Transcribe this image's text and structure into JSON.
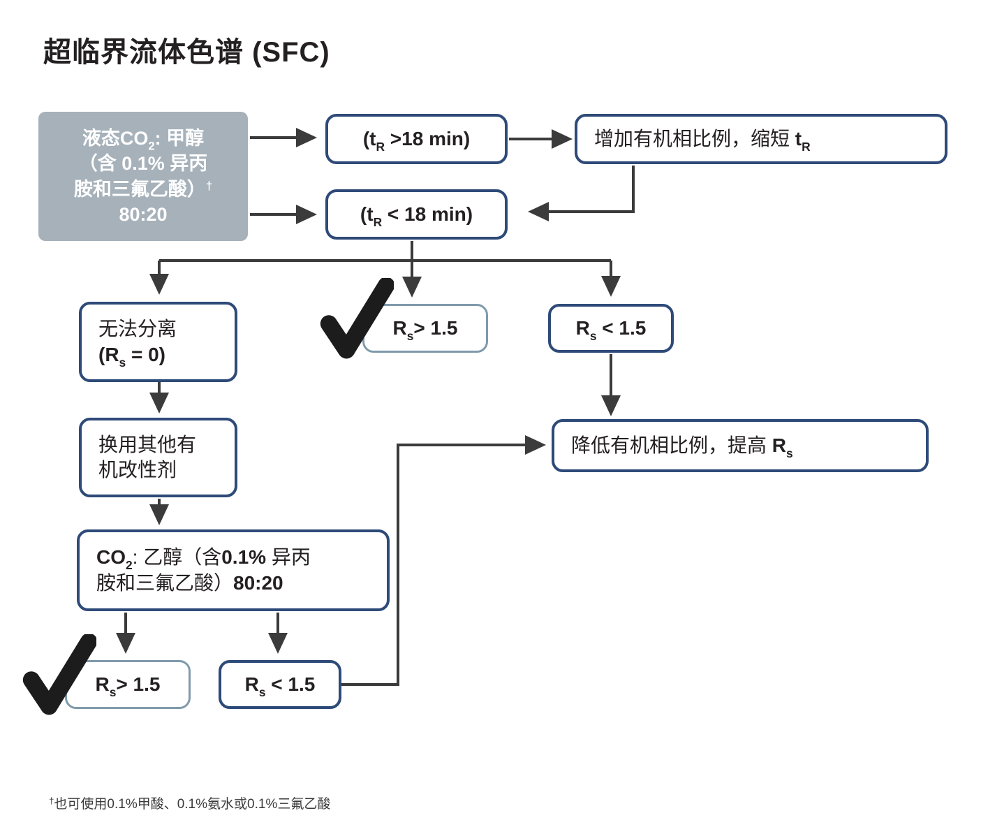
{
  "title": "超临界流体色谱 (SFC)",
  "colors": {
    "box_border_navy": "#2e4a78",
    "box_border_steel": "#7f9aab",
    "start_box_fill": "#a6b1ba",
    "arrow": "#3b3b3b",
    "text": "#242021",
    "check": "#1c1c1c"
  },
  "icons": {
    "check": "heavy-checkmark"
  },
  "boxes": {
    "start": {
      "line1_a": "液态CO",
      "line1_sub": "2",
      "line1_b": ": 甲醇",
      "line2": "（含 0.1% 异丙",
      "line3": "胺和三氟乙酸）",
      "line3_sup": "†",
      "line4": "80:20"
    },
    "tr_gt18": {
      "a": "(t",
      "sub": "R",
      "b": " >18 min)"
    },
    "increase_organic": {
      "text": "增加有机相比例，缩短 ",
      "t": "t",
      "sub": "R"
    },
    "tr_lt18": {
      "a": "(t",
      "sub": "R",
      "b": " < 18 min)"
    },
    "no_separation": {
      "line1": "无法分离",
      "line2_a": "(R",
      "line2_sub": "s",
      "line2_b": " = 0)"
    },
    "rs_gt_mid": {
      "a": "R",
      "sub": "s",
      "b": "> 1.5"
    },
    "rs_lt_mid": {
      "a": "R",
      "sub": "s",
      "b": " < 1.5"
    },
    "switch_modifier": {
      "line1": "换用其他有",
      "line2": "机改性剂"
    },
    "decrease_organic": {
      "text": "降低有机相比例，提高 ",
      "r": "R",
      "sub": "s"
    },
    "co2_ethanol": {
      "line1_a": "CO",
      "line1_sub": "2",
      "line1_b": ": 乙醇（含",
      "line1_c": "0.1%",
      "line1_d": " 异丙",
      "line2_a": "胺和三氟乙酸）",
      "line2_b": "80:20"
    },
    "rs_gt_bottom": {
      "a": "R",
      "sub": "s",
      "b": "> 1.5"
    },
    "rs_lt_bottom": {
      "a": "R",
      "sub": "s",
      "b": " < 1.5"
    }
  },
  "footnote": {
    "dagger": "†",
    "text": "也可使用0.1%甲酸、0.1%氨水或0.1%三氟乙酸"
  }
}
